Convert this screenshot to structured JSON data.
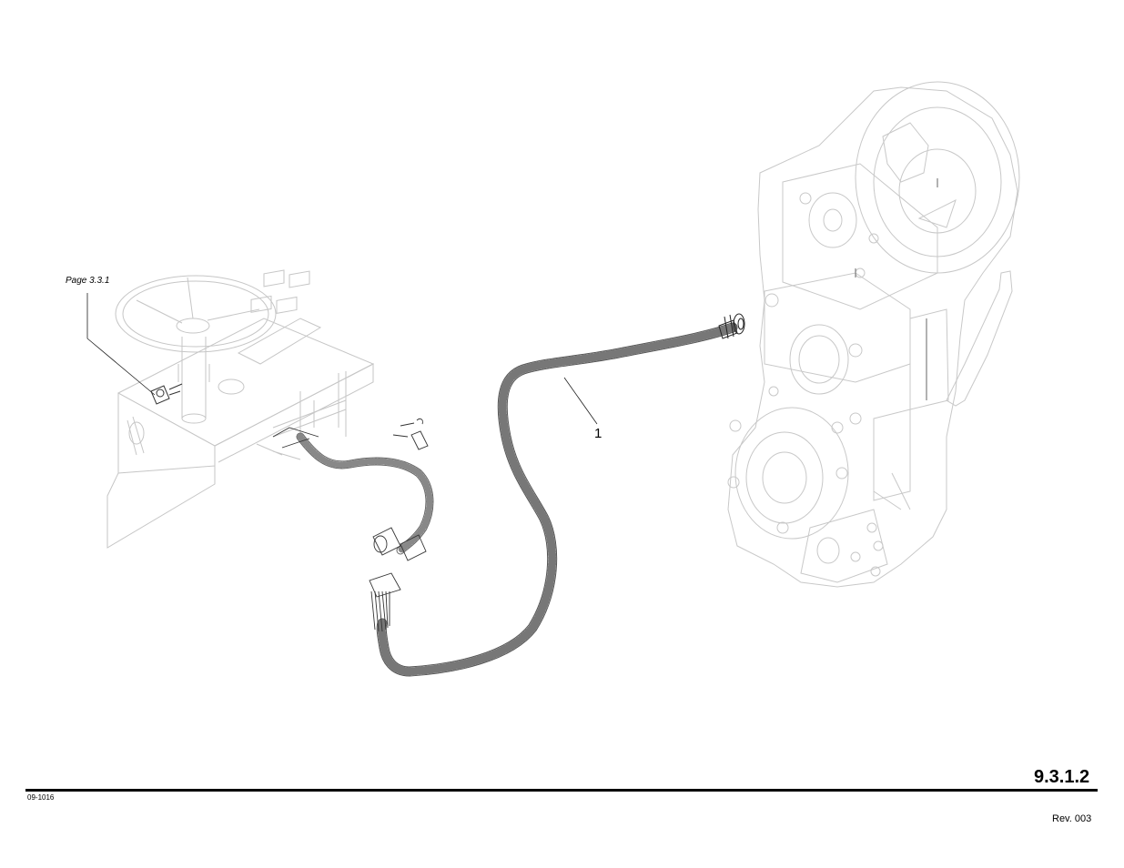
{
  "labels": {
    "page_reference": "Page 3.3.1",
    "callout_item": "1"
  },
  "footer": {
    "page_number": "9.3.1.2",
    "document_code": "09-1016",
    "revision": "Rev. 003"
  },
  "colors": {
    "line_dark": "#222222",
    "line_light": "#c8c8c8",
    "background": "#ffffff"
  }
}
